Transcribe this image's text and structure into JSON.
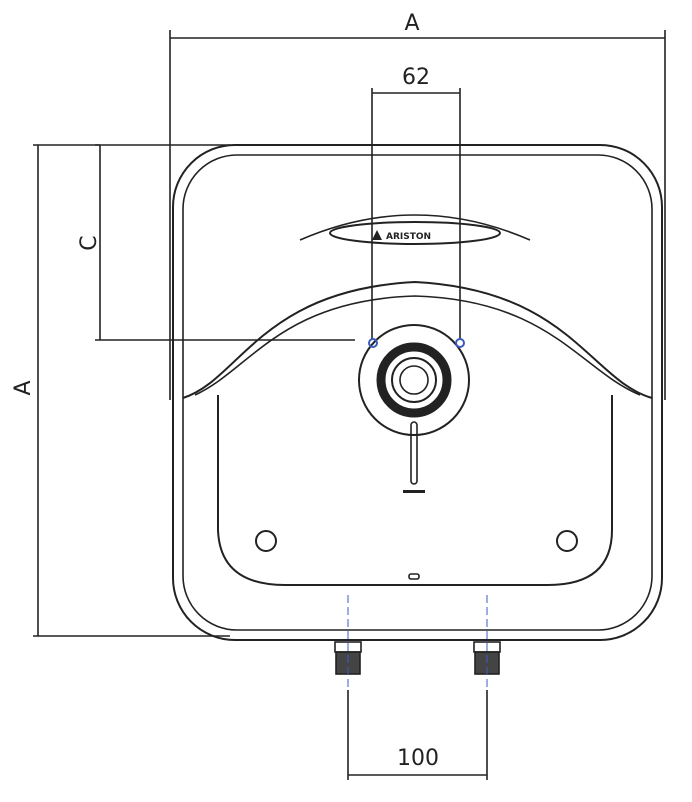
{
  "dimensions": {
    "width_top": "A",
    "height_left": "A",
    "top_spacing": "62",
    "c_offset": "C",
    "pipe_spacing": "100"
  },
  "logo": "ARISTON",
  "colors": {
    "line": "#222222",
    "accent": "#3a5bbf"
  }
}
